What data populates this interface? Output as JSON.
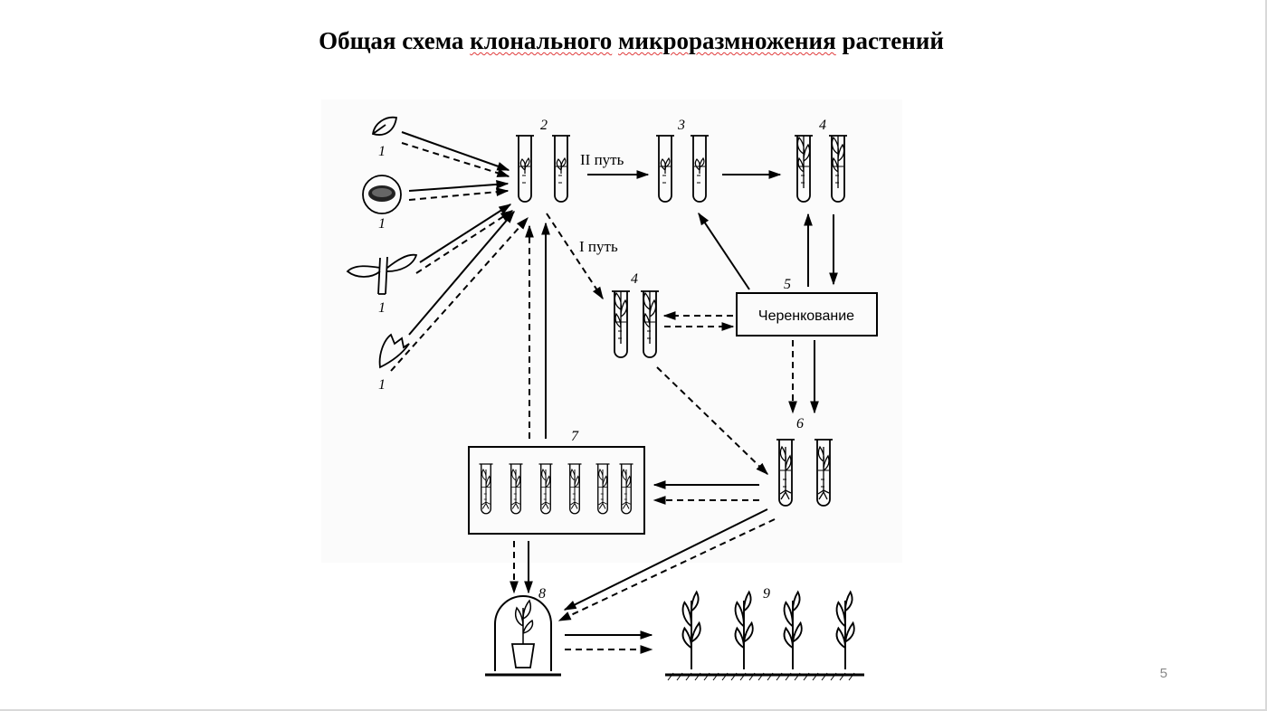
{
  "slide": {
    "title_part1": "Общая схема ",
    "title_word2": "клонального",
    "title_space": " ",
    "title_word3": "микроразмножения",
    "title_part4": " растений",
    "page_number": "5"
  },
  "diagram": {
    "explant_labels": [
      "1",
      "1",
      "1",
      "1"
    ],
    "stage_labels": [
      "2",
      "3",
      "4",
      "4",
      "5",
      "6",
      "7",
      "8",
      "9"
    ],
    "path_ii": "II путь",
    "path_i": "I путь",
    "box_label": "Черенкование"
  }
}
